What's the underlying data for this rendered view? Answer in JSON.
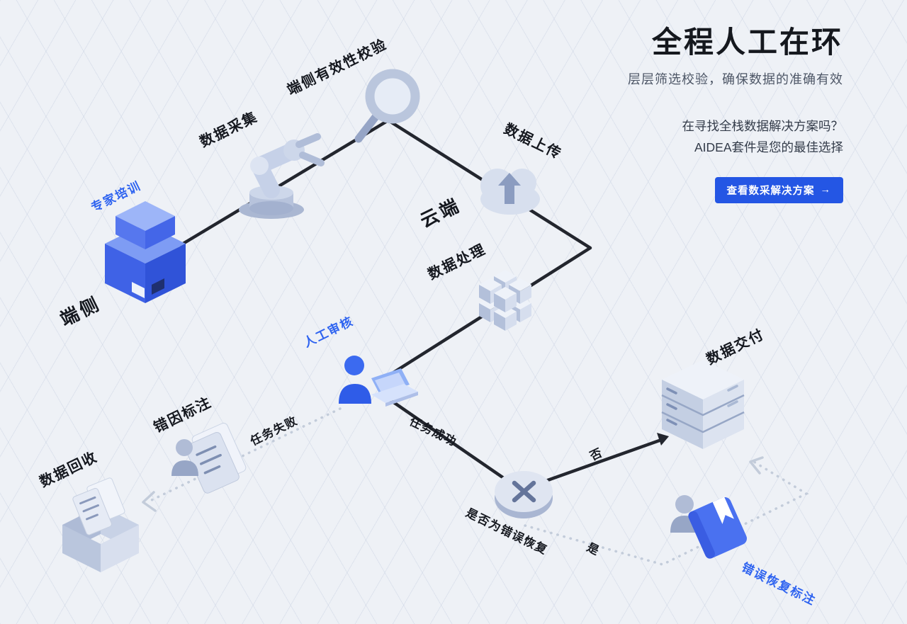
{
  "header": {
    "title": "全程人工在环",
    "subtitle": "层层筛选校验，确保数据的准确有效",
    "promo_line1": "在寻找全栈数据解决方案吗？",
    "promo_line2": "AIDEA套件是您的最佳选择",
    "cta_label": "查看数采解决方案",
    "cta_arrow": "→"
  },
  "diagram": {
    "zones": {
      "device": "端侧",
      "cloud": "云端"
    },
    "nodes": {
      "expert_training": "专家培训",
      "data_collection": "数据采集",
      "edge_validation": "端侧有效性校验",
      "data_upload": "数据上传",
      "data_processing": "数据处理",
      "manual_review": "人工审核",
      "error_annotation": "错因标注",
      "data_recycle": "数据回收",
      "decision_question": "是否为错误恢复",
      "data_delivery": "数据交付",
      "error_recovery_annotation": "错误恢复标注"
    },
    "edges": {
      "task_failed": "任务失败",
      "task_success": "任务成功",
      "no": "否",
      "yes": "是"
    },
    "colors": {
      "accent_blue": "#2e63f0",
      "flow_line": "#23262e",
      "dotted_line": "#c3ccda",
      "button_blue": "#2456e4"
    }
  }
}
